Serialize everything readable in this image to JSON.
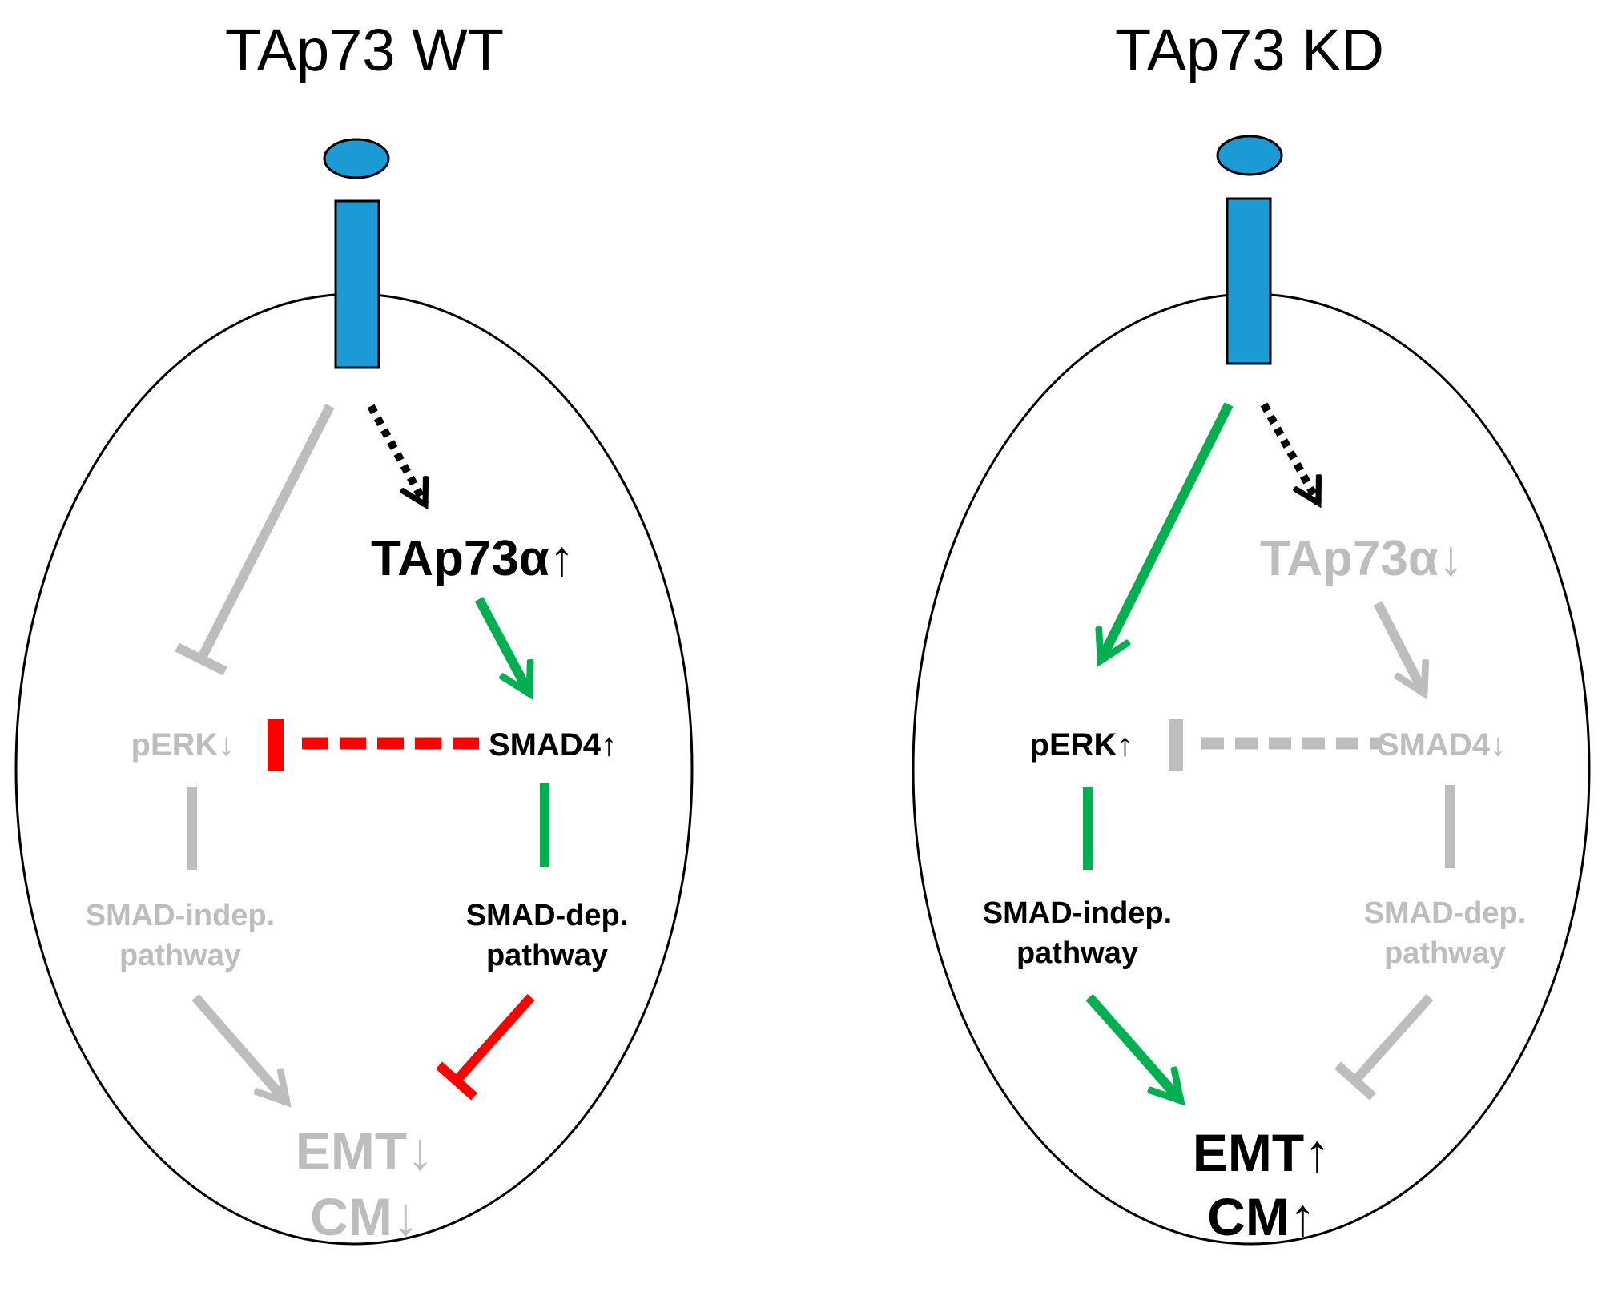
{
  "colors": {
    "receptor": "#1b9ad6",
    "active_text": "#000000",
    "inactive": "#bdbdbd",
    "activation": "#00b050",
    "inhibition": "#ff0000"
  },
  "wt": {
    "title": "TAp73 WT",
    "tap73": "TAp73α↑",
    "perk": "pERK↓",
    "smad4": "SMAD4↑",
    "indep_line1": "SMAD-indep.",
    "indep_line2": "pathway",
    "dep_line1": "SMAD-dep.",
    "dep_line2": "pathway",
    "emt": "EMT↓",
    "cm": "CM↓"
  },
  "kd": {
    "title": "TAp73 KD",
    "tap73": "TAp73α↓",
    "perk": "pERK↑",
    "smad4": "SMAD4↓",
    "indep_line1": "SMAD-indep.",
    "indep_line2": "pathway",
    "dep_line1": "SMAD-dep.",
    "dep_line2": "pathway",
    "emt": "EMT↑",
    "cm": "CM↑"
  }
}
